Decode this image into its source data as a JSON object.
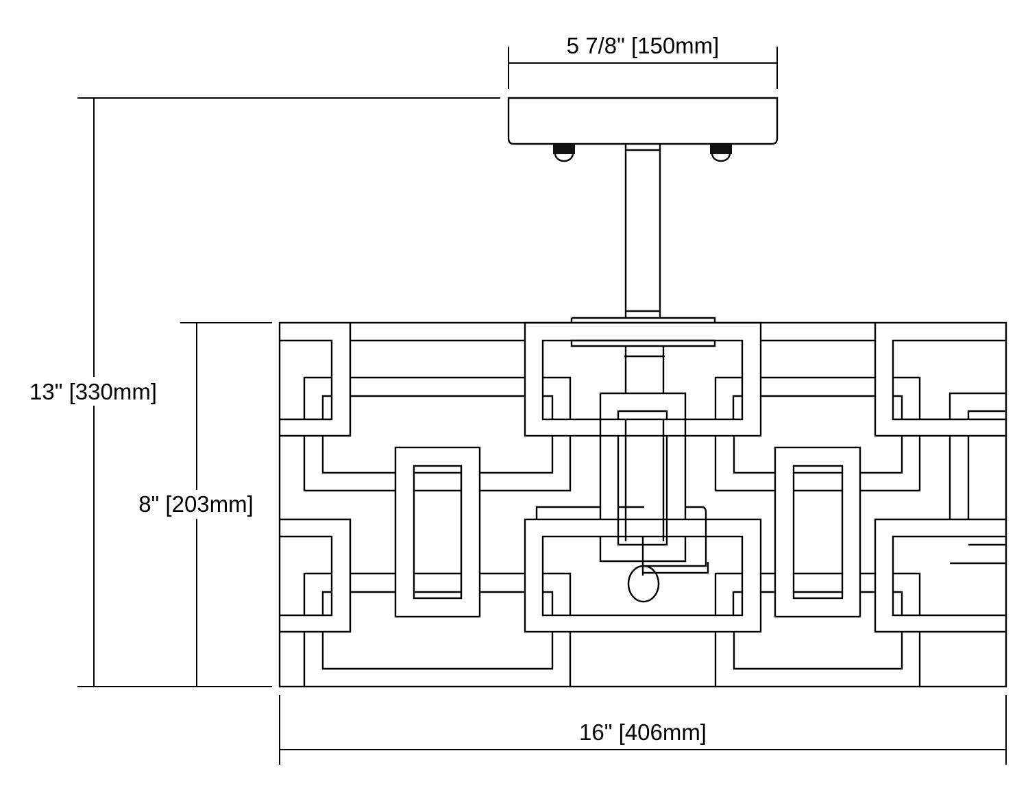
{
  "dimensions": {
    "canopy_width": "5 7/8\" [150mm]",
    "overall_height": "13\" [330mm]",
    "shade_height": "8\" [203mm]",
    "overall_width": "16\" [406mm]"
  },
  "colors": {
    "line": "#000000",
    "background": "#ffffff"
  }
}
